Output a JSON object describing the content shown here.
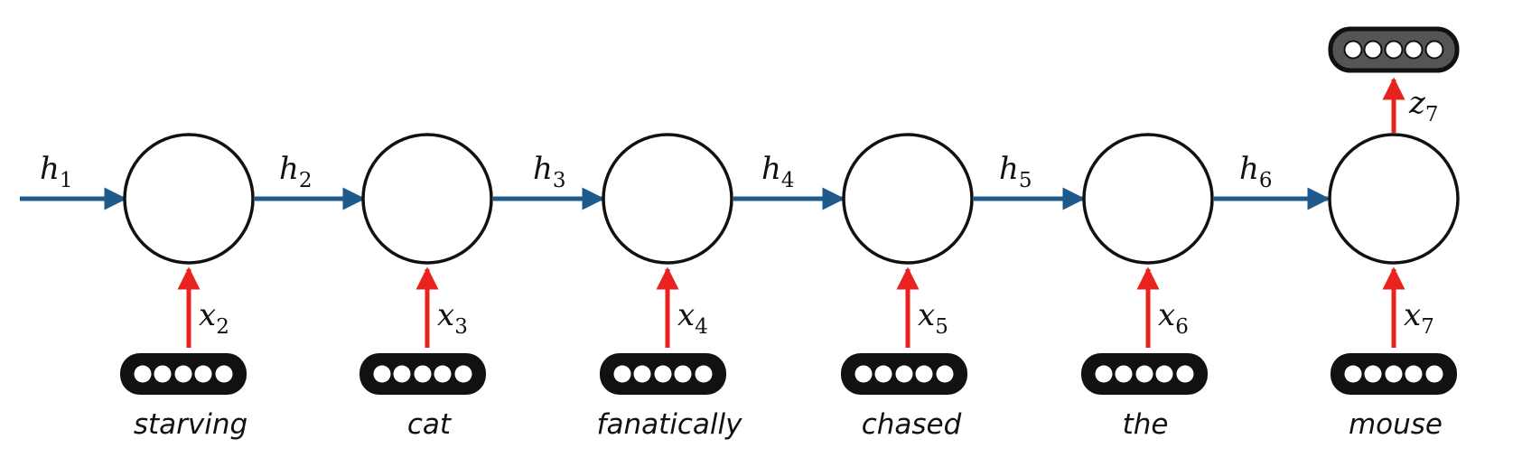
{
  "colors": {
    "hidden_arrow": "#1f5a8c",
    "input_arrow": "#e8231d",
    "node_stroke": "#111111",
    "input_vector_fill": "#111111",
    "output_vector_fill": "#555555",
    "dot_fill": "#ffffff"
  },
  "initial_hidden": {
    "base": "h",
    "sub": "1"
  },
  "steps": [
    {
      "word": "starving",
      "input": {
        "base": "x",
        "sub": "2"
      },
      "hidden_out": {
        "base": "h",
        "sub": "2"
      }
    },
    {
      "word": "cat",
      "input": {
        "base": "x",
        "sub": "3"
      },
      "hidden_out": {
        "base": "h",
        "sub": "3"
      }
    },
    {
      "word": "fanatically",
      "input": {
        "base": "x",
        "sub": "4"
      },
      "hidden_out": {
        "base": "h",
        "sub": "4"
      }
    },
    {
      "word": "chased",
      "input": {
        "base": "x",
        "sub": "5"
      },
      "hidden_out": {
        "base": "h",
        "sub": "5"
      }
    },
    {
      "word": "the",
      "input": {
        "base": "x",
        "sub": "6"
      },
      "hidden_out": {
        "base": "h",
        "sub": "6"
      }
    },
    {
      "word": "mouse",
      "input": {
        "base": "x",
        "sub": "7"
      }
    }
  ],
  "output": {
    "base": "z",
    "sub": "7",
    "dots": 5
  },
  "vector_dots": 5
}
